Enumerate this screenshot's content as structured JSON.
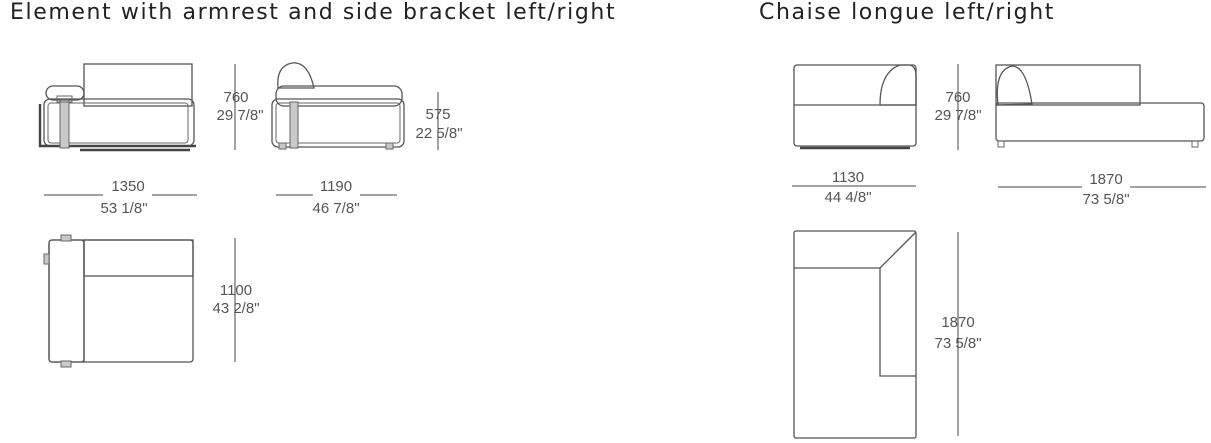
{
  "headings": {
    "left": "Element with armrest and side bracket left/right",
    "right": "Chaise longue left/right"
  },
  "element": {
    "front_height": {
      "mm": "760",
      "inch": "29 7/8\""
    },
    "front_width": {
      "mm": "1350",
      "inch": "53 1/8\""
    },
    "side_depth": {
      "mm": "1190",
      "inch": "46 7/8\""
    },
    "side_height": {
      "mm": "575",
      "inch": "22 5/8\""
    },
    "plan_depth": {
      "mm": "1100",
      "inch": "43 2/8\""
    }
  },
  "chaise": {
    "front_height": {
      "mm": "760",
      "inch": "29 7/8\""
    },
    "front_width": {
      "mm": "1130",
      "inch": "44 4/8\""
    },
    "side_length": {
      "mm": "1870",
      "inch": "73 5/8\""
    },
    "plan_length": {
      "mm": "1870",
      "inch": "73 5/8\""
    }
  }
}
